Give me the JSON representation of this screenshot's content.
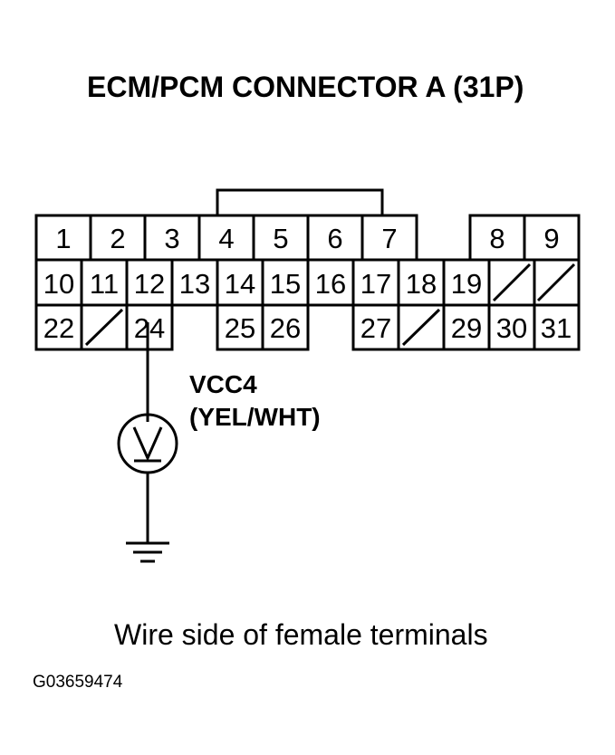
{
  "title": "ECM/PCM CONNECTOR A (31P)",
  "signal": {
    "name": "VCC4",
    "wire_color": "(YEL/WHT)"
  },
  "meter_icon": "voltmeter-icon",
  "ground_icon": "ground-icon",
  "caption": "Wire side of female terminals",
  "figure_code": "G03659474",
  "connector": {
    "rows": [
      {
        "pins": [
          "1",
          "2",
          "3",
          "4",
          "5",
          "6",
          "7",
          "",
          "8",
          "9"
        ]
      },
      {
        "pins": [
          "10",
          "11",
          "12",
          "13",
          "14",
          "15",
          "16",
          "17",
          "18",
          "19",
          "/",
          "/"
        ]
      },
      {
        "pins": [
          "22",
          "/",
          "24",
          "",
          "25",
          "26",
          "",
          "27",
          "/",
          "29",
          "30",
          "31"
        ]
      }
    ],
    "probed_pin": "24"
  }
}
